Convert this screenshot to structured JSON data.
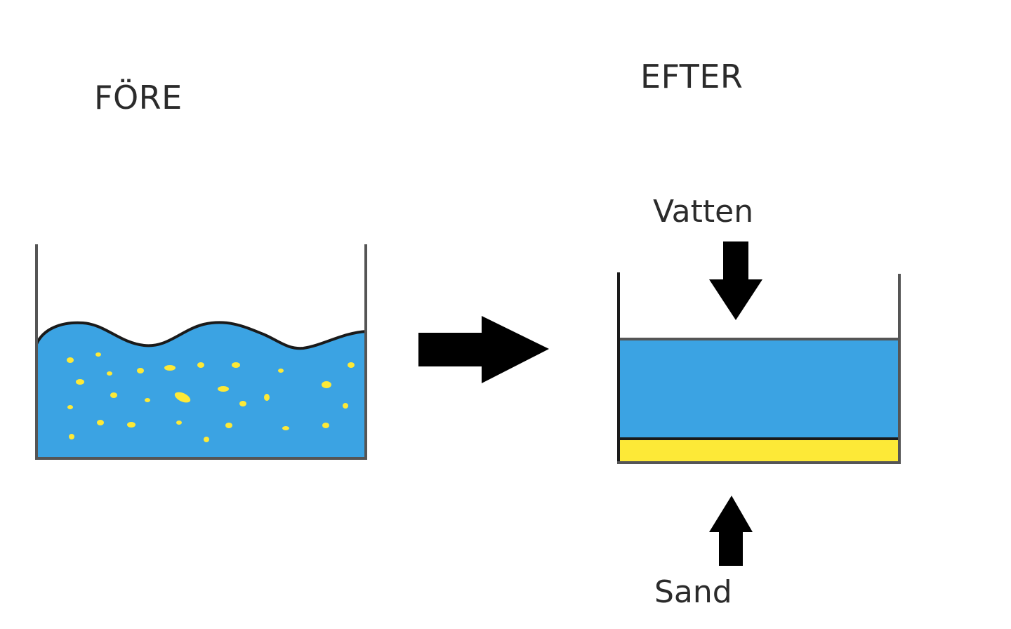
{
  "labels": {
    "before": "FÖRE",
    "after": "EFTER",
    "water": "Vatten",
    "sand": "Sand"
  },
  "colors": {
    "water": "#3ba3e3",
    "sand": "#fde937",
    "outline": "#1a1a1a",
    "wall": "#555555",
    "arrow": "#000000",
    "text": "#2b2b2b"
  }
}
